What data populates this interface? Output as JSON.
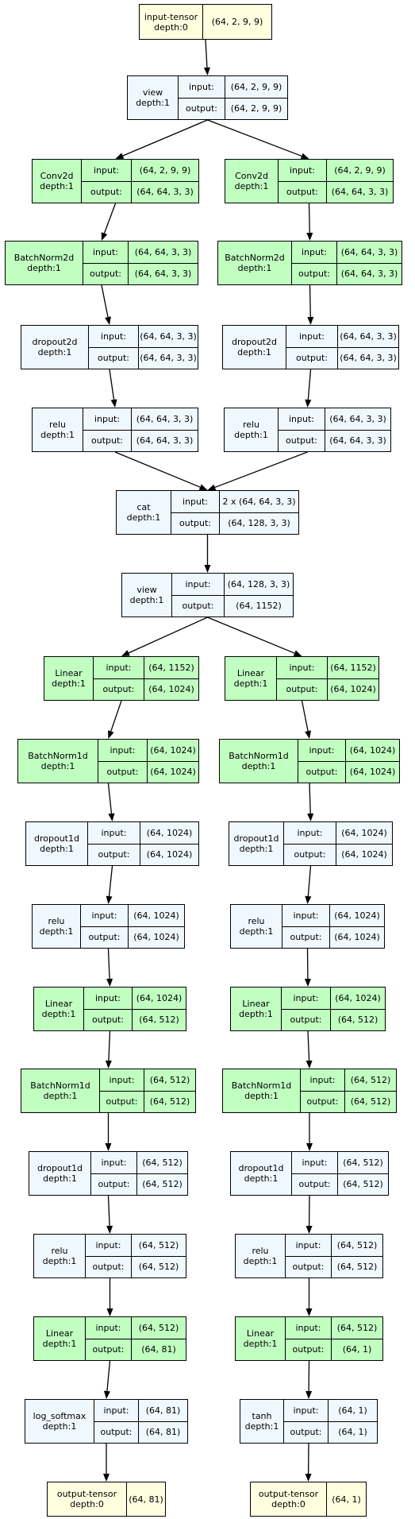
{
  "colors": {
    "tensor_fill": "#ffffe0",
    "op_fill": "#f0f8ff",
    "learnable_fill": "#c1ffc1",
    "stroke": "#000000"
  },
  "labels": {
    "input": "input:",
    "output": "output:"
  },
  "nodes": [
    {
      "id": "in",
      "kind": "tensor",
      "name": "input-tensor",
      "depth": "depth:0",
      "value": "(64, 2, 9, 9)"
    },
    {
      "id": "view1",
      "kind": "op",
      "name": "view",
      "depth": "depth:1",
      "input": "(64, 2, 9, 9)",
      "output": "(64, 2, 9, 9)"
    },
    {
      "id": "convL",
      "kind": "learn",
      "name": "Conv2d",
      "depth": "depth:1",
      "input": "(64, 2, 9, 9)",
      "output": "(64, 64, 3, 3)"
    },
    {
      "id": "convR",
      "kind": "learn",
      "name": "Conv2d",
      "depth": "depth:1",
      "input": "(64, 2, 9, 9)",
      "output": "(64, 64, 3, 3)"
    },
    {
      "id": "bn2L",
      "kind": "learn",
      "name": "BatchNorm2d",
      "depth": "depth:1",
      "input": "(64, 64, 3, 3)",
      "output": "(64, 64, 3, 3)"
    },
    {
      "id": "bn2R",
      "kind": "learn",
      "name": "BatchNorm2d",
      "depth": "depth:1",
      "input": "(64, 64, 3, 3)",
      "output": "(64, 64, 3, 3)"
    },
    {
      "id": "dr2L",
      "kind": "op",
      "name": "dropout2d",
      "depth": "depth:1",
      "input": "(64, 64, 3, 3)",
      "output": "(64, 64, 3, 3)"
    },
    {
      "id": "dr2R",
      "kind": "op",
      "name": "dropout2d",
      "depth": "depth:1",
      "input": "(64, 64, 3, 3)",
      "output": "(64, 64, 3, 3)"
    },
    {
      "id": "relu1L",
      "kind": "op",
      "name": "relu",
      "depth": "depth:1",
      "input": "(64, 64, 3, 3)",
      "output": "(64, 64, 3, 3)"
    },
    {
      "id": "relu1R",
      "kind": "op",
      "name": "relu",
      "depth": "depth:1",
      "input": "(64, 64, 3, 3)",
      "output": "(64, 64, 3, 3)"
    },
    {
      "id": "cat",
      "kind": "op",
      "name": "cat",
      "depth": "depth:1",
      "input": "2 x (64, 64, 3, 3)",
      "output": "(64, 128, 3, 3)"
    },
    {
      "id": "view2",
      "kind": "op",
      "name": "view",
      "depth": "depth:1",
      "input": "(64, 128, 3, 3)",
      "output": "(64, 1152)"
    },
    {
      "id": "lin1L",
      "kind": "learn",
      "name": "Linear",
      "depth": "depth:1",
      "input": "(64, 1152)",
      "output": "(64, 1024)"
    },
    {
      "id": "lin1R",
      "kind": "learn",
      "name": "Linear",
      "depth": "depth:1",
      "input": "(64, 1152)",
      "output": "(64, 1024)"
    },
    {
      "id": "bn1aL",
      "kind": "learn",
      "name": "BatchNorm1d",
      "depth": "depth:1",
      "input": "(64, 1024)",
      "output": "(64, 1024)"
    },
    {
      "id": "bn1aR",
      "kind": "learn",
      "name": "BatchNorm1d",
      "depth": "depth:1",
      "input": "(64, 1024)",
      "output": "(64, 1024)"
    },
    {
      "id": "dr1aL",
      "kind": "op",
      "name": "dropout1d",
      "depth": "depth:1",
      "input": "(64, 1024)",
      "output": "(64, 1024)"
    },
    {
      "id": "dr1aR",
      "kind": "op",
      "name": "dropout1d",
      "depth": "depth:1",
      "input": "(64, 1024)",
      "output": "(64, 1024)"
    },
    {
      "id": "relu2L",
      "kind": "op",
      "name": "relu",
      "depth": "depth:1",
      "input": "(64, 1024)",
      "output": "(64, 1024)"
    },
    {
      "id": "relu2R",
      "kind": "op",
      "name": "relu",
      "depth": "depth:1",
      "input": "(64, 1024)",
      "output": "(64, 1024)"
    },
    {
      "id": "lin2L",
      "kind": "learn",
      "name": "Linear",
      "depth": "depth:1",
      "input": "(64, 1024)",
      "output": "(64, 512)"
    },
    {
      "id": "lin2R",
      "kind": "learn",
      "name": "Linear",
      "depth": "depth:1",
      "input": "(64, 1024)",
      "output": "(64, 512)"
    },
    {
      "id": "bn1bL",
      "kind": "learn",
      "name": "BatchNorm1d",
      "depth": "depth:1",
      "input": "(64, 512)",
      "output": "(64, 512)"
    },
    {
      "id": "bn1bR",
      "kind": "learn",
      "name": "BatchNorm1d",
      "depth": "depth:1",
      "input": "(64, 512)",
      "output": "(64, 512)"
    },
    {
      "id": "dr1bL",
      "kind": "op",
      "name": "dropout1d",
      "depth": "depth:1",
      "input": "(64, 512)",
      "output": "(64, 512)"
    },
    {
      "id": "dr1bR",
      "kind": "op",
      "name": "dropout1d",
      "depth": "depth:1",
      "input": "(64, 512)",
      "output": "(64, 512)"
    },
    {
      "id": "relu3L",
      "kind": "op",
      "name": "relu",
      "depth": "depth:1",
      "input": "(64, 512)",
      "output": "(64, 512)"
    },
    {
      "id": "relu3R",
      "kind": "op",
      "name": "relu",
      "depth": "depth:1",
      "input": "(64, 512)",
      "output": "(64, 512)"
    },
    {
      "id": "lin3L",
      "kind": "learn",
      "name": "Linear",
      "depth": "depth:1",
      "input": "(64, 512)",
      "output": "(64, 81)"
    },
    {
      "id": "lin3R",
      "kind": "learn",
      "name": "Linear",
      "depth": "depth:1",
      "input": "(64, 512)",
      "output": "(64, 1)"
    },
    {
      "id": "lsm",
      "kind": "op",
      "name": "log_softmax",
      "depth": "depth:1",
      "input": "(64, 81)",
      "output": "(64, 81)"
    },
    {
      "id": "tanh",
      "kind": "op",
      "name": "tanh",
      "depth": "depth:1",
      "input": "(64, 1)",
      "output": "(64, 1)"
    },
    {
      "id": "outL",
      "kind": "tensor",
      "name": "output-tensor",
      "depth": "depth:0",
      "value": "(64, 81)"
    },
    {
      "id": "outR",
      "kind": "tensor",
      "name": "output-tensor",
      "depth": "depth:0",
      "value": "(64, 1)"
    }
  ],
  "edges": [
    [
      "in",
      "view1"
    ],
    [
      "view1",
      "convL"
    ],
    [
      "view1",
      "convR"
    ],
    [
      "convL",
      "bn2L"
    ],
    [
      "convR",
      "bn2R"
    ],
    [
      "bn2L",
      "dr2L"
    ],
    [
      "bn2R",
      "dr2R"
    ],
    [
      "dr2L",
      "relu1L"
    ],
    [
      "dr2R",
      "relu1R"
    ],
    [
      "relu1L",
      "cat"
    ],
    [
      "relu1R",
      "cat"
    ],
    [
      "cat",
      "view2"
    ],
    [
      "view2",
      "lin1L"
    ],
    [
      "view2",
      "lin1R"
    ],
    [
      "lin1L",
      "bn1aL"
    ],
    [
      "lin1R",
      "bn1aR"
    ],
    [
      "bn1aL",
      "dr1aL"
    ],
    [
      "bn1aR",
      "dr1aR"
    ],
    [
      "dr1aL",
      "relu2L"
    ],
    [
      "dr1aR",
      "relu2R"
    ],
    [
      "relu2L",
      "lin2L"
    ],
    [
      "relu2R",
      "lin2R"
    ],
    [
      "lin2L",
      "bn1bL"
    ],
    [
      "lin2R",
      "bn1bR"
    ],
    [
      "bn1bL",
      "dr1bL"
    ],
    [
      "bn1bR",
      "dr1bR"
    ],
    [
      "dr1bL",
      "relu3L"
    ],
    [
      "dr1bR",
      "relu3R"
    ],
    [
      "relu3L",
      "lin3L"
    ],
    [
      "relu3R",
      "lin3R"
    ],
    [
      "lin3L",
      "lsm"
    ],
    [
      "lin3R",
      "tanh"
    ],
    [
      "lsm",
      "outL"
    ],
    [
      "tanh",
      "outR"
    ]
  ]
}
